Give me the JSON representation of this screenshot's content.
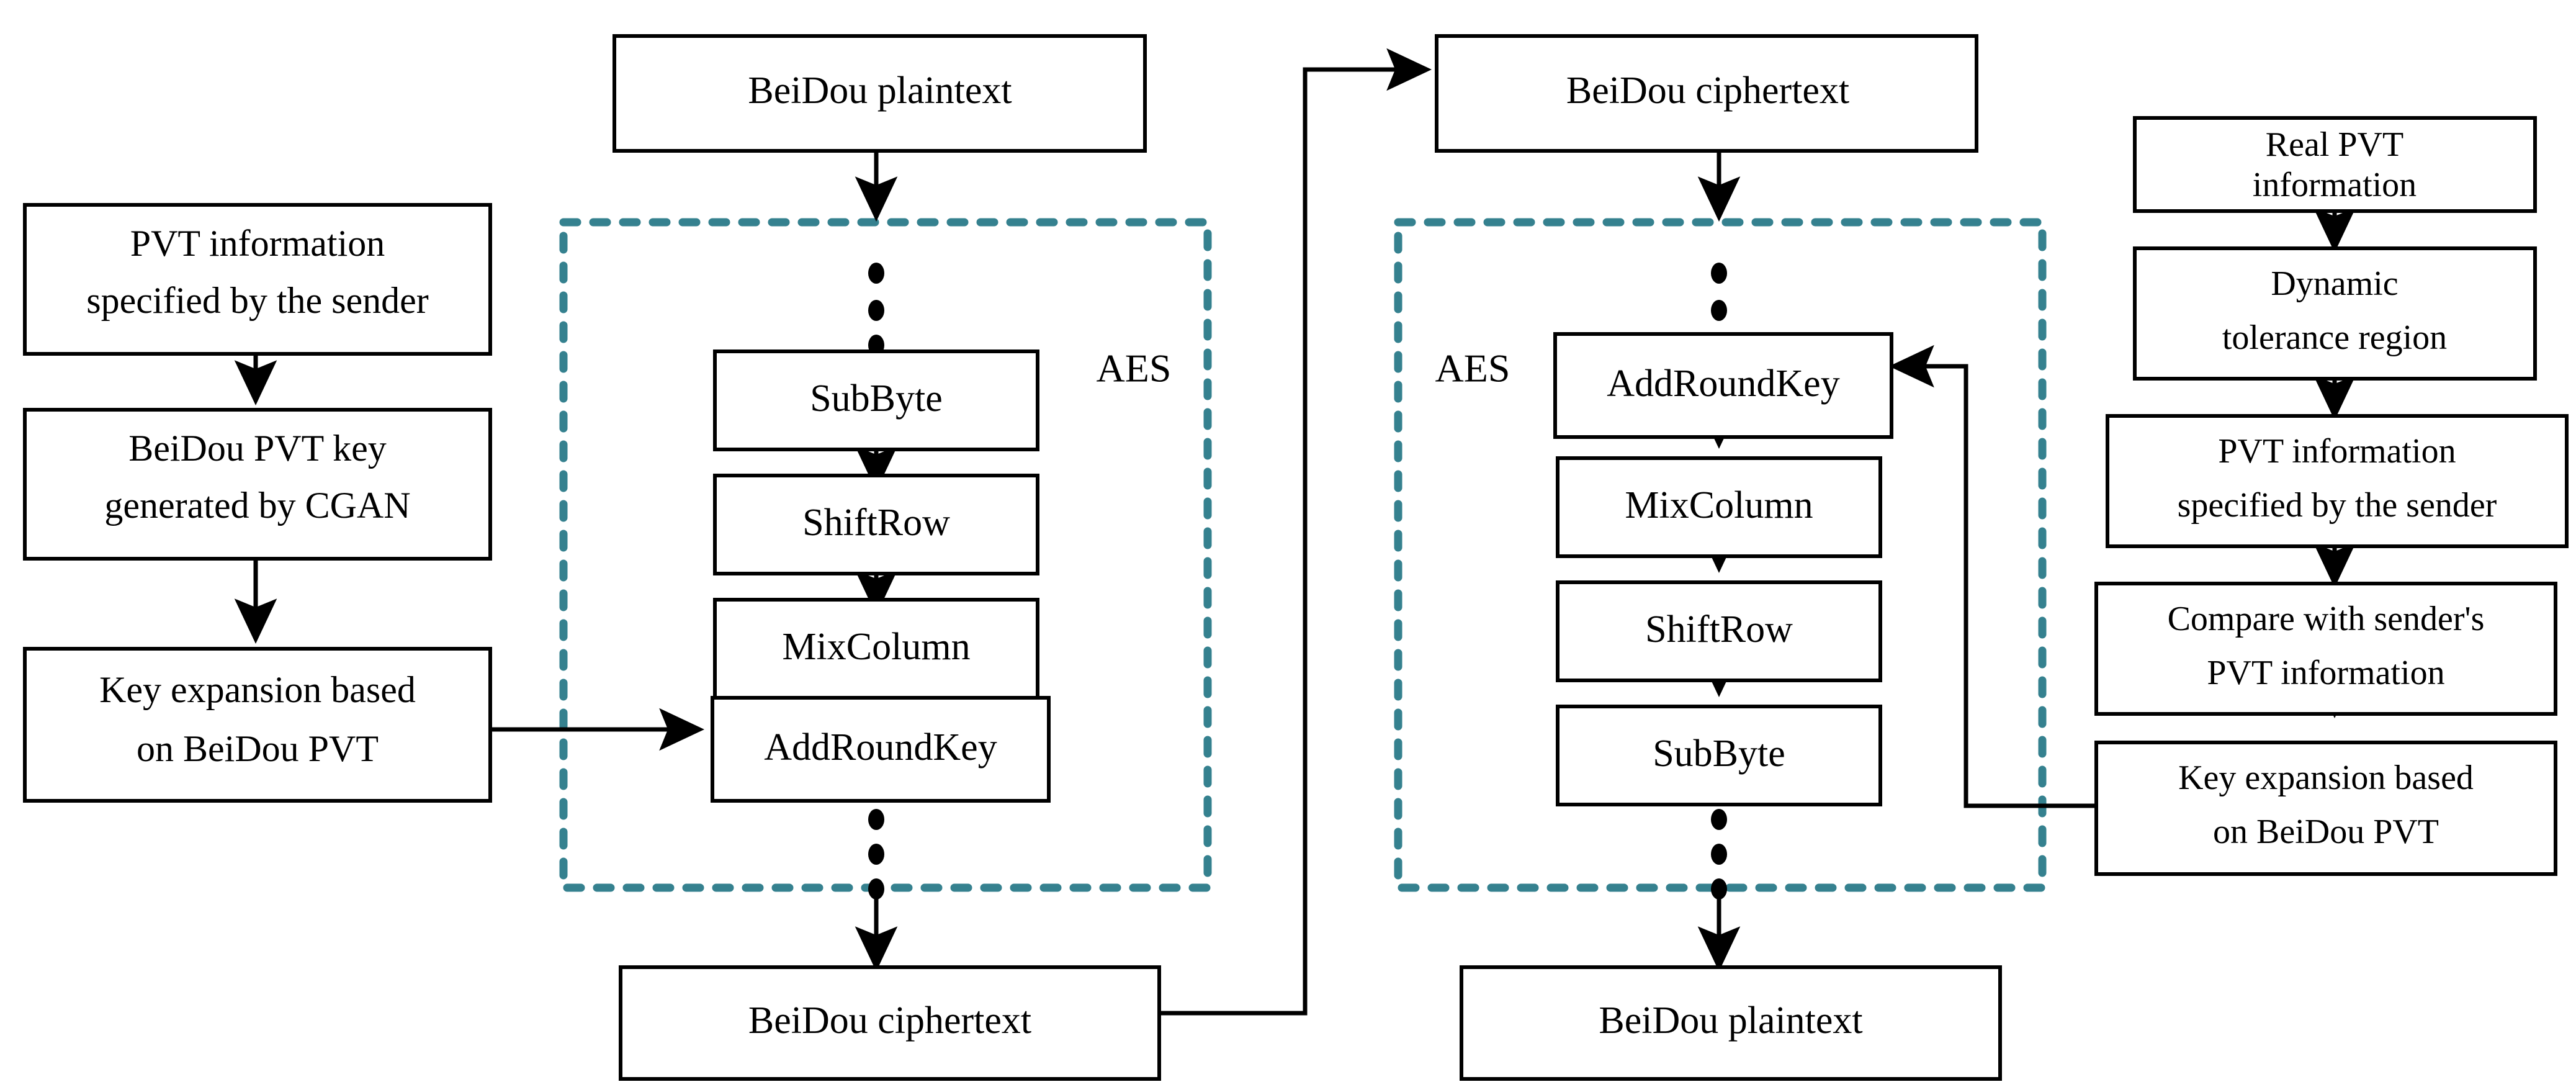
{
  "figure": {
    "type": "flowchart",
    "colors": {
      "aes_boundary": "#35818f",
      "line": "#000000",
      "box_fill": "#ffffff",
      "box_stroke": "#000000",
      "background": "#ffffff"
    },
    "columns": {
      "sender_key_chain": {
        "title": "Sender key derivation",
        "boxes": [
          {
            "id": "s1",
            "label_lines": [
              "PVT information",
              "specified by the sender"
            ]
          },
          {
            "id": "s2",
            "label_lines": [
              "BeiDou PVT key",
              "generated by CGAN"
            ]
          },
          {
            "id": "s3",
            "label_lines": [
              "Key expansion based",
              "on BeiDou PVT"
            ]
          }
        ]
      },
      "encryption": {
        "title": "Encryption",
        "input_box": {
          "id": "e_in",
          "label_lines": [
            "BeiDou plaintext"
          ]
        },
        "aes_label": "AES",
        "aes_label_side": "right",
        "rounds": [
          {
            "id": "e1",
            "label_lines": [
              "SubByte"
            ]
          },
          {
            "id": "e2",
            "label_lines": [
              "ShiftRow"
            ]
          },
          {
            "id": "e3",
            "label_lines": [
              "MixColumn"
            ]
          },
          {
            "id": "e4",
            "label_lines": [
              "AddRoundKey"
            ]
          }
        ],
        "output_box": {
          "id": "e_out",
          "label_lines": [
            "BeiDou ciphertext"
          ]
        }
      },
      "decryption": {
        "title": "Decryption",
        "input_box": {
          "id": "d_in",
          "label_lines": [
            "BeiDou ciphertext"
          ]
        },
        "aes_label": "AES",
        "aes_label_side": "left",
        "rounds": [
          {
            "id": "d1",
            "label_lines": [
              "AddRoundKey"
            ]
          },
          {
            "id": "d2",
            "label_lines": [
              "MixColumn"
            ]
          },
          {
            "id": "d3",
            "label_lines": [
              "ShiftRow"
            ]
          },
          {
            "id": "d4",
            "label_lines": [
              "SubByte"
            ]
          }
        ],
        "output_box": {
          "id": "d_out",
          "label_lines": [
            "BeiDou plaintext"
          ]
        }
      },
      "receiver_key_chain": {
        "title": "Receiver key derivation",
        "boxes": [
          {
            "id": "r1",
            "label_lines": [
              "Real PVT",
              "information"
            ]
          },
          {
            "id": "r2",
            "label_lines": [
              "Dynamic",
              "tolerance region"
            ]
          },
          {
            "id": "r3",
            "label_lines": [
              "PVT information",
              "specified by the sender"
            ]
          },
          {
            "id": "r4",
            "label_lines": [
              "Compare with sender's",
              "PVT information"
            ]
          },
          {
            "id": "r5",
            "label_lines": [
              "Key expansion based",
              "on BeiDou PVT"
            ]
          }
        ]
      }
    },
    "ellipsis_marker": "vertical-three-dots",
    "connections": [
      {
        "from": "s1",
        "to": "s2",
        "kind": "arrow-down"
      },
      {
        "from": "s2",
        "to": "s3",
        "kind": "arrow-down"
      },
      {
        "from": "s3",
        "to": "e4",
        "kind": "arrow-right"
      },
      {
        "from": "e_in",
        "to": "aes-encrypt",
        "kind": "arrow-down"
      },
      {
        "from": "e1",
        "to": "e2",
        "kind": "arrow-down"
      },
      {
        "from": "e2",
        "to": "e3",
        "kind": "arrow-down"
      },
      {
        "from": "e3",
        "to": "e4",
        "kind": "arrow-down"
      },
      {
        "from": "aes-encrypt",
        "to": "e_out",
        "kind": "arrow-down"
      },
      {
        "from": "e_out",
        "to": "d_in",
        "kind": "elbow-arrow-right-up"
      },
      {
        "from": "d_in",
        "to": "aes-decrypt",
        "kind": "arrow-down"
      },
      {
        "from": "d1",
        "to": "d2",
        "kind": "arrow-down"
      },
      {
        "from": "d2",
        "to": "d3",
        "kind": "arrow-down"
      },
      {
        "from": "d3",
        "to": "d4",
        "kind": "arrow-down"
      },
      {
        "from": "aes-decrypt",
        "to": "d_out",
        "kind": "arrow-down"
      },
      {
        "from": "r1",
        "to": "r2",
        "kind": "arrow-down"
      },
      {
        "from": "r2",
        "to": "r3",
        "kind": "arrow-down"
      },
      {
        "from": "r3",
        "to": "r4",
        "kind": "arrow-down"
      },
      {
        "from": "r4",
        "to": "r5",
        "kind": "arrow-down"
      },
      {
        "from": "r5",
        "to": "d1",
        "kind": "elbow-arrow-left-up"
      }
    ]
  }
}
